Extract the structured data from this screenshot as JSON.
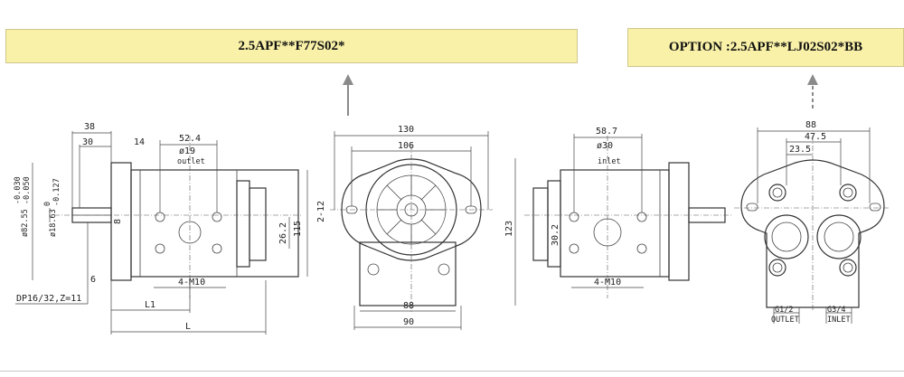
{
  "header": {
    "main_model": "2.5APF**F77S02*",
    "option_model": "OPTION :2.5APF**LJ02S02*BB"
  },
  "colors": {
    "banner_bg": "#f9f1a8",
    "arrow": "#8a8a8a",
    "line": "#333333"
  },
  "side_view": {
    "dims": {
      "d38": "38",
      "d30": "30",
      "d14": "14",
      "d52_4": "52.4",
      "port": "ø19",
      "port_label": "outlet",
      "shaft_dia": "ø82.55",
      "shaft_tol_top": "-0.030",
      "shaft_tol_bottom": "-0.050",
      "spline_dia": "ø18.63",
      "spline_tol_top": "0",
      "spline_tol_bottom": "-0.127",
      "d8": "8",
      "d26_2": "26.2",
      "d115": "115",
      "d6": "6",
      "bolts": "4-M10",
      "spline": "DP16/32,Z=11",
      "L1": "L1",
      "L": "L"
    }
  },
  "front_view": {
    "dims": {
      "d130": "130",
      "d106": "106",
      "slot": "2-12",
      "d123": "123",
      "d88": "88",
      "d90": "90"
    }
  },
  "rear_view": {
    "dims": {
      "d58_7": "58.7",
      "port": "ø30",
      "port_label": "inlet",
      "d30_2": "30.2",
      "bolts": "4-M10"
    }
  },
  "option_view": {
    "dims": {
      "d88": "88",
      "d47_5": "47.5",
      "d23_5": "23.5",
      "outlet_size": "G1/2",
      "outlet_label": "OUTLET",
      "inlet_size": "G3/4",
      "inlet_label": "INLET"
    }
  }
}
